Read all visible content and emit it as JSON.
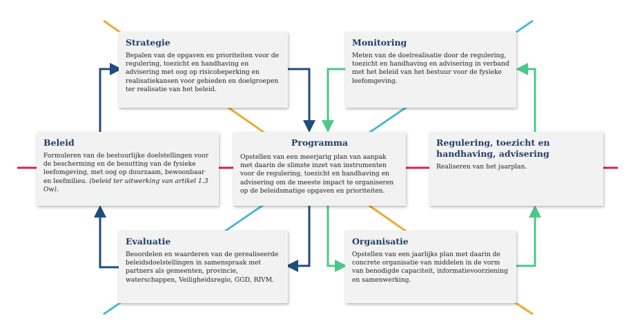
{
  "colors": {
    "dark_blue": "#1f4e79",
    "green": "#4cc789",
    "red": "#d21f5a",
    "orange": "#f0a830",
    "cyan": "#4bb8d2",
    "title": "#1f3d66",
    "box_bg": "#f2f2f2"
  },
  "boxes": {
    "strategie": {
      "title": "Strategie",
      "text": "Bepalen van de opgaven en prioriteiten voor de regulering, toezicht en handhaving en advisering met oog op risicobeperking en realisatiekansen voor gebieden en doelgroepen ter realisatie van het beleid."
    },
    "monitoring": {
      "title": "Monitoring",
      "text": "Meten van de doelrealisatie door de regulering, toezicht en handhaving en advisering in verband met het beleid van het bestuur voor de fysieke leefomgeving."
    },
    "beleid": {
      "title": "Beleid",
      "text": "Formuleren van de bestuurlijke doelstellingen voor de bescherming en de benutting van de fysieke leefomgeving, met oog op duurzaam, bewoonbaar en leefmilieu.",
      "text_italic": " (beleid ter uitwerking van artikel 1.3 Ow)."
    },
    "programma": {
      "title": "Programma",
      "text": "Opstellen van een meerjarig plan van aanpak met daarin de slimste inzet van instrumenten voor de regulering, toezicht en handhaving en advisering om de meeste impact te organiseren op de beleidsmatige opgaven en prioriteiten."
    },
    "regulering": {
      "title": "Regulering, toezicht en handhaving, advisering",
      "text": "Realiseren van het jaarplan."
    },
    "evaluatie": {
      "title": "Evaluatie",
      "text": "Beoordelen en waarderen van de gerealiseerde beleidsdoelstellingen in samenspraak met partners als gemeenten, provincie, waterschappen, Veiligheidsregio, GGD, RIVM."
    },
    "organisatie": {
      "title": "Organisatie",
      "text": "Opstellen van een jaarlijks plan met daarin de concrete organisatie van middelen in de vorm van benodigde capaciteit, informatievoorziening en samenwerking."
    }
  }
}
